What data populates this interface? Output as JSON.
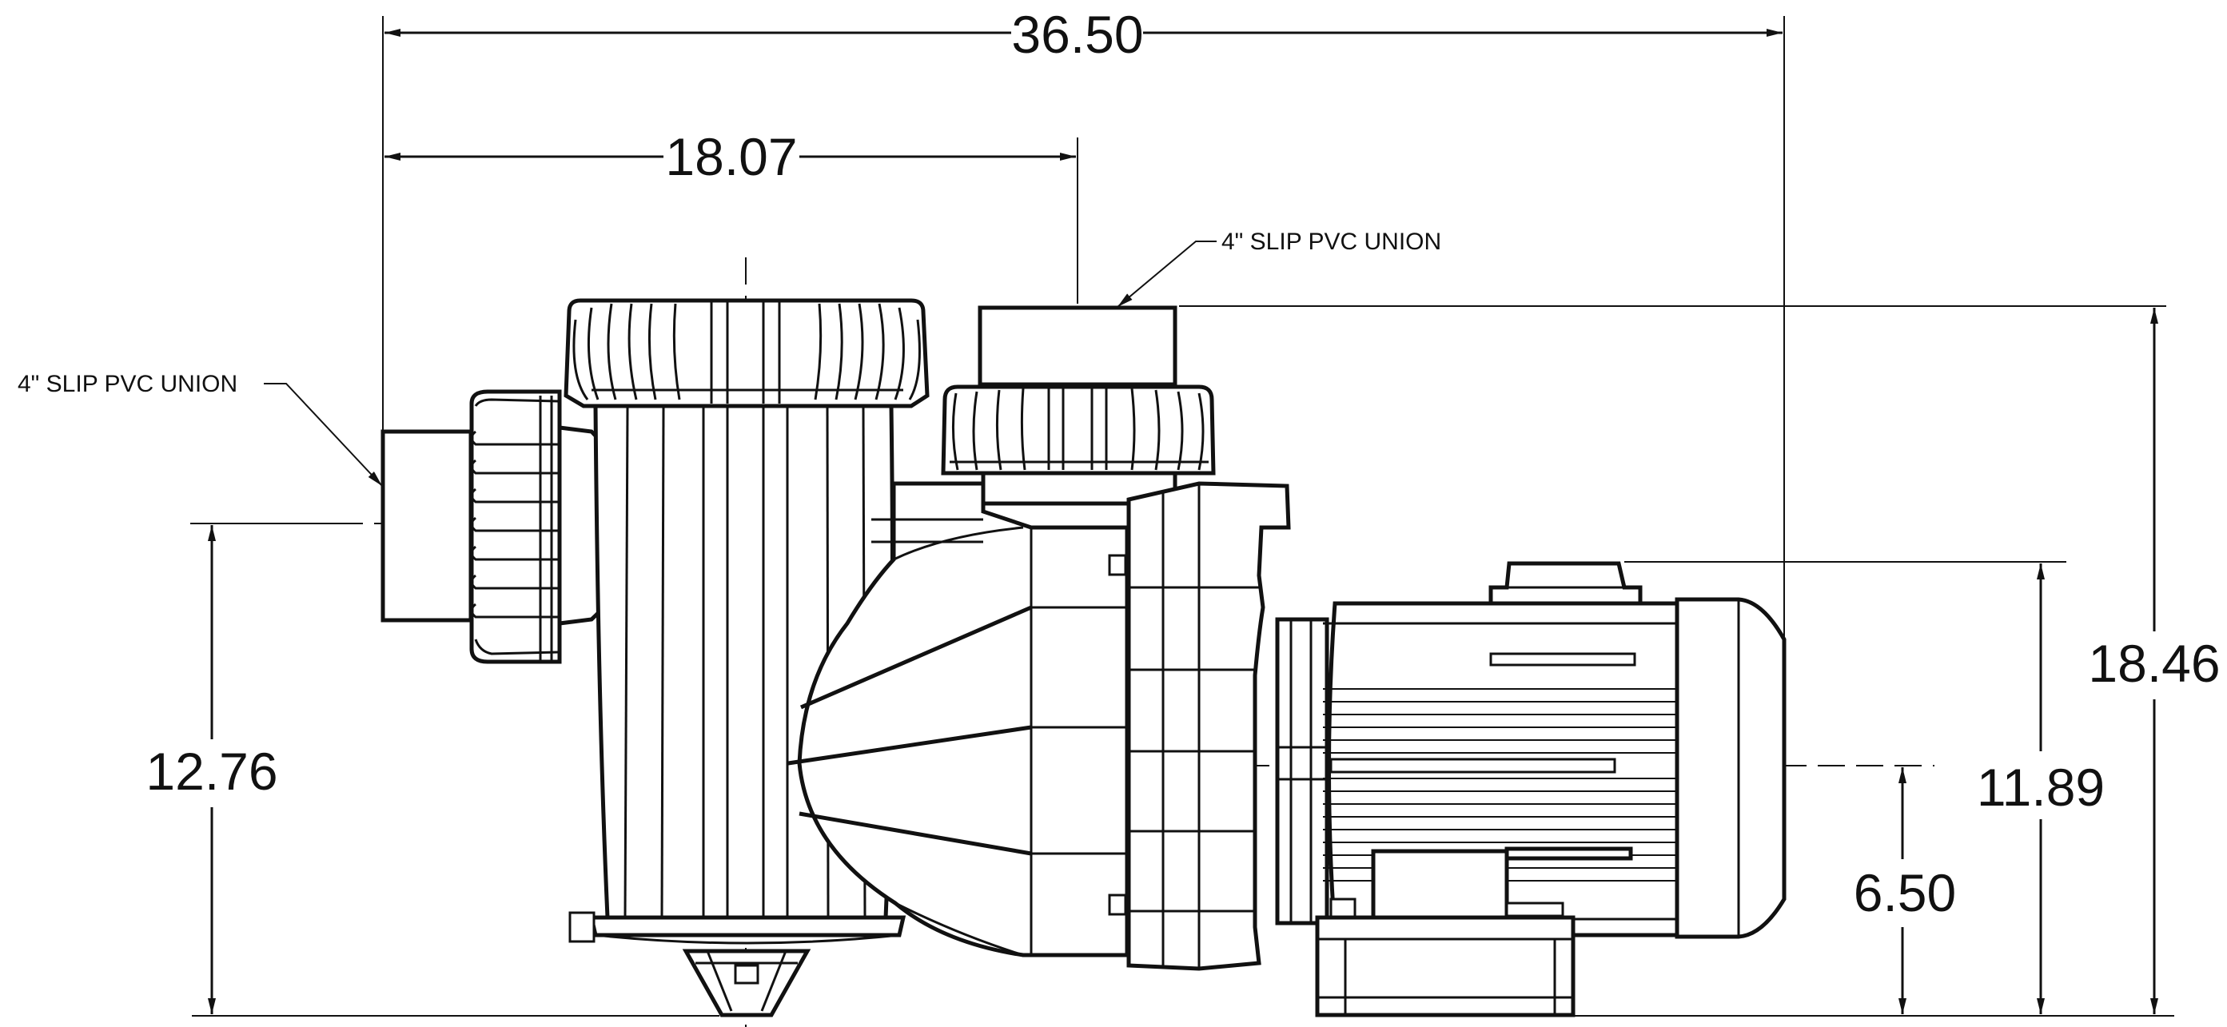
{
  "diagram": {
    "dimensions": {
      "overall_length": "36.50",
      "strainer_offset": "18.07",
      "overall_height": "18.46",
      "discharge_height": "11.89",
      "suction_height": "12.76",
      "shaft_height": "6.50"
    },
    "callouts": {
      "suction_union": "4\" SLIP PVC UNION",
      "discharge_union": "4\" SLIP PVC UNION"
    }
  }
}
